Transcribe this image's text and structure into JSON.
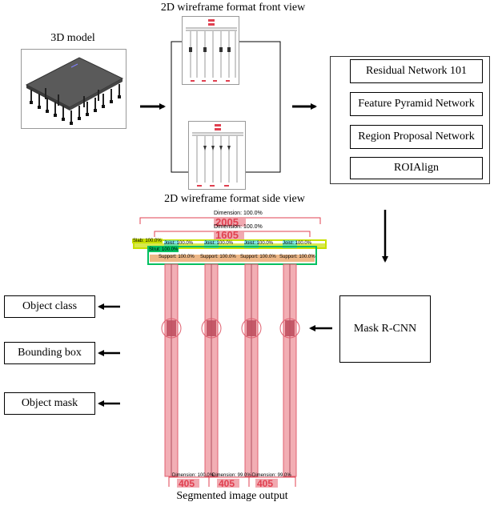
{
  "labels": {
    "model_3d": "3D model",
    "front_view": "2D wireframe  format front view",
    "side_view": "2D wireframe  format  side view",
    "segmented_output": "Segmented image output"
  },
  "backbone": {
    "stages": [
      "Residual  Network 101",
      "Feature Pyramid  Network",
      "Region  Proposal Network",
      "ROIAlign"
    ]
  },
  "mask_rcnn": {
    "label": "Mask R-CNN"
  },
  "outputs": {
    "items": [
      "Object class",
      "Bounding  box",
      "Object mask"
    ]
  },
  "segmentation": {
    "top_dimension": {
      "tag": "Dimension: 100.0%",
      "value": "2005"
    },
    "second_dimension": {
      "tag": "Dimension: 100.0%",
      "value": "1605"
    },
    "slab_tag": "Slab: 100.0%",
    "strut_tag": "Strut: 100.0%",
    "joist_tags": [
      "Joist: 100.0%",
      "Joist: 100.0%",
      "Joist: 100.0%",
      "Joist: 100.0%"
    ],
    "support_tags": [
      "Support: 100.0%",
      "Support: 100.0%",
      "Support: 100.0%",
      "Support: 100.0%"
    ],
    "bottom_dimensions": [
      {
        "tag": "Dimension: 100.0%",
        "value": "405"
      },
      {
        "tag": "Dimension: 99.0%",
        "value": "405"
      },
      {
        "tag": "Dimension: 99.0%",
        "value": "405"
      }
    ]
  },
  "colors": {
    "slab": "#c8e000",
    "joist": "#2ad4e8",
    "strut": "#00c060",
    "support": "#e8a060",
    "column": "#f0a0a8",
    "dimension": "#e04050"
  }
}
